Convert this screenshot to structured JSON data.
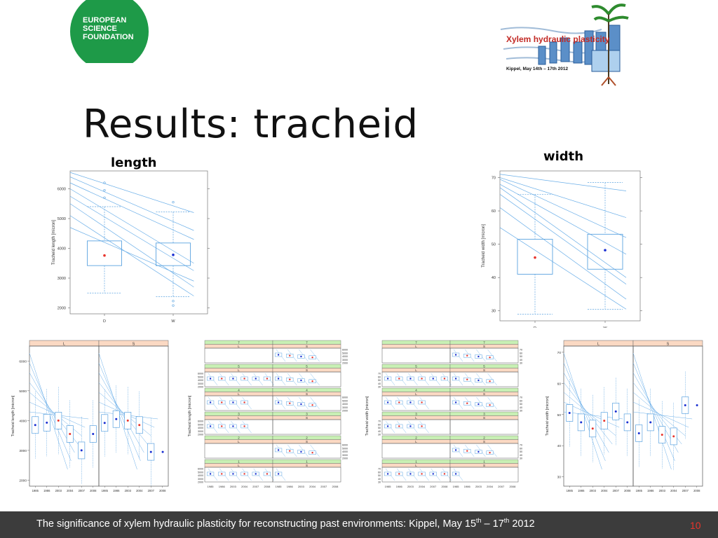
{
  "slide": {
    "title": "Results: tracheid",
    "length_label": "length",
    "width_label": "width",
    "page_number": "10"
  },
  "logos": {
    "esf_lines": [
      "EUROPEAN",
      "SCIENCE",
      "FOUNDATION"
    ],
    "conference_title": "Xylem hydraulic plasticity",
    "conference_dates": "Kippel, May 14th – 17th 2012"
  },
  "footer": {
    "text": "The significance of xylem hydraulic plasticity for reconstructing past environments: Kippel, May 15",
    "sup1": "th",
    "mid": " – 17",
    "sup2": "th",
    "end": " 2012"
  },
  "colors": {
    "line": "#6aaee8",
    "box": "#5ba3e0",
    "mean_red": "#e8332b",
    "mean_blue": "#1a2fd1",
    "strip_pink": "#fbd9c3",
    "strip_green": "#c8f0b4",
    "footer_bg": "#3c3c3c",
    "esf_green": "#1e9a48"
  },
  "chart_data": [
    {
      "id": "length-main",
      "type": "box",
      "ylabel": "Tracheid length [micron]",
      "categories": [
        "D",
        "W"
      ],
      "yticks": [
        2000,
        3000,
        4000,
        5000,
        6000
      ],
      "ylim": [
        1800,
        6600
      ],
      "boxes": [
        {
          "category": "D",
          "q1": 3420,
          "median": 3750,
          "q3": 4250,
          "whisker_low": 2500,
          "whisker_high": 5400,
          "mean": 3760,
          "mean_color": "red",
          "outliers": [
            6200,
            5950,
            5700
          ]
        },
        {
          "category": "W",
          "q1": 3420,
          "median": 3780,
          "q3": 4180,
          "whisker_low": 2380,
          "whisker_high": 5220,
          "mean": 3780,
          "mean_color": "blue",
          "outliers": [
            5550,
            2230,
            2080
          ]
        }
      ]
    },
    {
      "id": "width-main",
      "type": "box",
      "ylabel": "Tracheid width [micron]",
      "categories": [
        "D",
        "W"
      ],
      "yticks": [
        30,
        40,
        50,
        60,
        70
      ],
      "ylim": [
        27,
        72
      ],
      "boxes": [
        {
          "category": "D",
          "q1": 41,
          "median": 46,
          "q3": 51.5,
          "whisker_low": 29,
          "whisker_high": 65,
          "mean": 46,
          "mean_color": "red",
          "outliers": []
        },
        {
          "category": "W",
          "q1": 42.5,
          "median": 48,
          "q3": 53,
          "whisker_low": 30.5,
          "whisker_high": 68.5,
          "mean": 48.2,
          "mean_color": "blue",
          "outliers": []
        }
      ]
    },
    {
      "id": "length-by-year",
      "type": "box",
      "ylabel": "Tracheid length [micron]",
      "panels": [
        "L",
        "S"
      ],
      "xticks": [
        "1985",
        "1986",
        "2003",
        "2004",
        "2007",
        "2008"
      ],
      "yticks": [
        2000,
        3000,
        4000,
        5000,
        6000
      ],
      "ylim": [
        1800,
        6500
      ],
      "means": {
        "L": [
          3850,
          3930,
          4000,
          3550,
          3000,
          3550
        ],
        "S": [
          3920,
          4050,
          4000,
          3850,
          2950,
          null
        ]
      }
    },
    {
      "id": "width-by-year",
      "type": "box",
      "ylabel": "Tracheid width [micron]",
      "panels": [
        "L",
        "S"
      ],
      "xticks": [
        "1985",
        "1986",
        "2003",
        "2004",
        "2007",
        "2008"
      ],
      "yticks": [
        30,
        40,
        50,
        60,
        70
      ],
      "ylim": [
        27,
        72
      ],
      "means": {
        "L": [
          50.5,
          47.5,
          45.5,
          48,
          51,
          47.5
        ],
        "S": [
          44,
          47.5,
          43.5,
          43,
          53,
          null
        ]
      }
    },
    {
      "id": "length-by-class",
      "type": "box",
      "ylabel": "Tracheid length [micron]",
      "strip_pairs": [
        [
          "7",
          "7"
        ],
        [
          "5",
          "5"
        ],
        [
          "4",
          "4"
        ],
        [
          "3",
          "3"
        ],
        [
          "2",
          "2"
        ],
        [
          "1",
          "1"
        ]
      ],
      "panels": [
        "L",
        "S"
      ],
      "xticks": [
        "1985",
        "1986",
        "2003",
        "2004",
        "2007",
        "2008"
      ],
      "yticks": [
        2000,
        3000,
        4000,
        5000,
        6000
      ]
    },
    {
      "id": "width-by-class",
      "type": "box",
      "ylabel": "Tracheid width [micron]",
      "strip_pairs": [
        [
          "7",
          "7"
        ],
        [
          "5",
          "5"
        ],
        [
          "4",
          "4"
        ],
        [
          "3",
          "3"
        ],
        [
          "2",
          "2"
        ],
        [
          "1",
          "1"
        ]
      ],
      "panels": [
        "L",
        "S"
      ],
      "xticks": [
        "1985",
        "1986",
        "2003",
        "2004",
        "2007",
        "2008"
      ],
      "yticks": [
        30,
        40,
        50,
        60,
        70
      ]
    }
  ]
}
